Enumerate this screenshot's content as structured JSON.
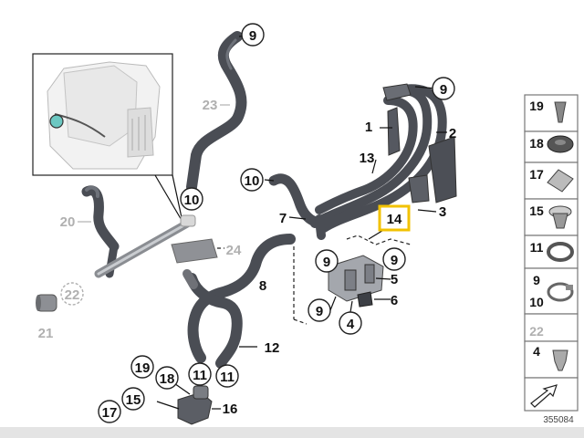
{
  "diagram": {
    "callouts": {
      "c9_top": "9",
      "c23": "23",
      "c10_left": "10",
      "c20": "20",
      "c24": "24",
      "c22": "22",
      "c21": "21",
      "c8": "8",
      "c12": "12",
      "c19": "19",
      "c18": "18",
      "c11_a": "11",
      "c11_b": "11",
      "c15": "15",
      "c17": "17",
      "c16": "16",
      "c10_mid": "10",
      "c7": "7",
      "c9_right_top": "9",
      "c1": "1",
      "c2": "2",
      "c13": "13",
      "c3": "3",
      "c14": "14",
      "c9_mid": "9",
      "c9_valve": "9",
      "c5": "5",
      "c9_low": "9",
      "c6": "6",
      "c4": "4"
    },
    "side_panel": {
      "labels": [
        "19",
        "18",
        "17",
        "15",
        "11",
        "9",
        "10",
        "22",
        "4"
      ]
    },
    "diagram_id": "355084",
    "colors": {
      "hose": "#4a4d54",
      "callout_grey": "#b0b0b0",
      "highlight": "#f2c200"
    }
  }
}
